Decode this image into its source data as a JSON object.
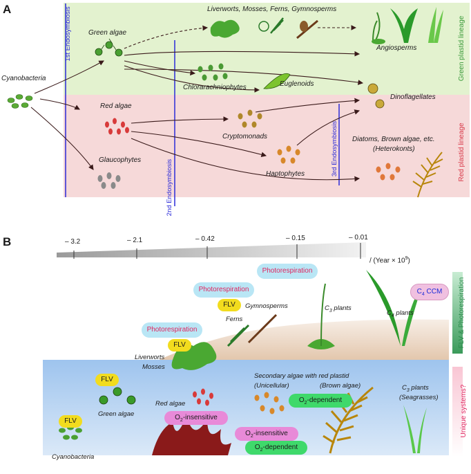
{
  "panelA": {
    "letter": "A",
    "cyanobacteria": "Cyanobacteria",
    "green_algae": "Green algae",
    "land_plants": "Liverworts, Mosses, Ferns, Gymnosperms",
    "angiosperms": "Angiosperms",
    "chlorarachniophytes": "Chlorarachniophytes",
    "euglenoids": "Euglenoids",
    "dinoflagellates": "Dinoflagellates",
    "red_algae": "Red algae",
    "cryptomonads": "Cryptomonads",
    "haptophytes": "Haptophytes",
    "diatoms": "Diatoms, Brown algae, etc.",
    "heterokonts": "(Heterokonts)",
    "glaucophytes": "Glaucophytes",
    "endo1": "1st Endosymbiosis",
    "endo2": "2nd Endosymbiosis",
    "endo3": "3rd Endosymbiosis",
    "green_lineage": "Green plastid lineage",
    "red_lineage": "Red plastid lineage",
    "colors": {
      "green_band": "#e3f2cf",
      "red_band": "#f6d9d9",
      "endo_line": "#2a2ad8"
    }
  },
  "panelB": {
    "letter": "B",
    "timeline": {
      "ticks": [
        "– 3.2",
        "– 2.1",
        "– 0.42",
        "– 0.15",
        "– 0.01"
      ],
      "unit_prefix": "/ (Year × 10",
      "unit_exp": "9",
      "unit_suffix": ")"
    },
    "photorespiration": "Photorespiration",
    "flv": "FLV",
    "c4ccm_c": "C",
    "c4ccm_sub": "4",
    "c4ccm_rest": " CCM",
    "gymnosperms": "Gymnosperms",
    "ferns": "Ferns",
    "c3plants_c": "C",
    "c3plants_sub": "3",
    "c3plants_rest": " plants",
    "c4plants_c": "C",
    "c4plants_sub": "4",
    "c4plants_rest": " plants",
    "liverworts": "Liverworts",
    "mosses": "Mosses",
    "green_algae": "Green algae",
    "red_algae": "Red algae",
    "cyanobacteria": "Cyanobacteria",
    "secondary_algae": "Secondary algae with red plastid",
    "unicellular": "(Unicellular)",
    "brown_algae": "(Brown algae)",
    "o2_dependent_pre": "O",
    "o2_sub": "2",
    "o2_dependent_post": "-dependent",
    "o2_insensitive_post": "-insensitive",
    "seagrass_c": "C",
    "seagrass_sub": "3",
    "seagrass_rest": " plants",
    "seagrasses": "(Seagrasses)",
    "side_top": "FLV & Photorespiration",
    "side_bottom": "Unique systems?",
    "colors": {
      "photoresp_pill": "#b9e6f5",
      "photoresp_text": "#e0245e",
      "flv_pill": "#f2dc1e",
      "o2_green": "#3fd96b",
      "o2_pink": "#e88ad8",
      "water": "#bcd6f3",
      "land": "#e9d3bf"
    }
  }
}
